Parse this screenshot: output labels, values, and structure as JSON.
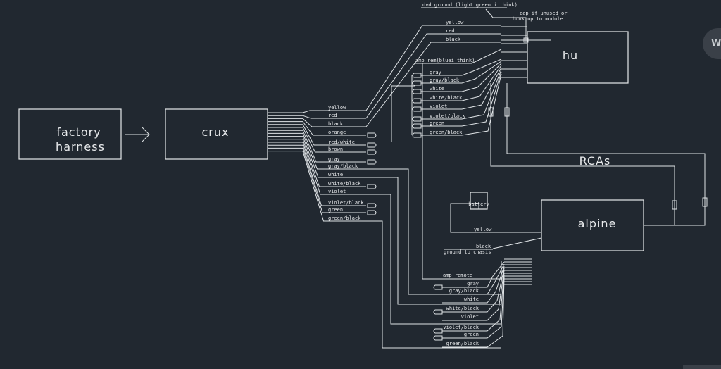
{
  "boxes": {
    "factory_line1": "factory",
    "factory_line2": "harness",
    "crux": "crux",
    "hu": "hu",
    "alpine": "alpine",
    "rcas": "RCAs",
    "battery": "battery"
  },
  "top_notes": {
    "dvd_ground": "dvd ground (light green i think)",
    "cap_line1": "cap if unused or",
    "cap_line2": "hook up to module"
  },
  "crux_wires": [
    "yellow",
    "red",
    "black",
    "orange",
    "red/white",
    "brown",
    "gray",
    "gray/black",
    "white",
    "white/black",
    "violet",
    "violet/black",
    "green",
    "green/black"
  ],
  "hu_power_wires": [
    "yellow",
    "red",
    "black"
  ],
  "hu_remote": "amp rem(bluei think)",
  "hu_speaker_wires": [
    "gray",
    "gray/black",
    "white",
    "white/black",
    "violet",
    "violet/black",
    "green",
    "green/black"
  ],
  "alpine_power": {
    "yellow": "yellow",
    "black": "black",
    "ground": "ground to chasis"
  },
  "amp_remote": "amp remote",
  "amp_speaker_wires": [
    "gray",
    "gray/black",
    "white",
    "white/black",
    "violet",
    "violet/black",
    "green",
    "green/black"
  ],
  "badge_letter": "W"
}
